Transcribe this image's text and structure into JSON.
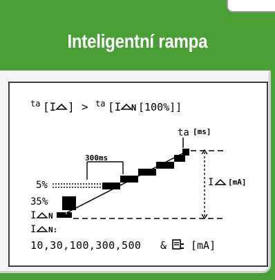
{
  "title": "Inteligentní rampa",
  "diagram": {
    "condition_ta_left": "ta",
    "condition_bracket_left": "[I",
    "condition_bracket_left_end": "]",
    "condition_gt": ">",
    "condition_ta_right": "ta",
    "condition_bracket_right": "[I",
    "condition_sub_n": "N",
    "condition_pct": "[100%]]",
    "ta_label": "ta",
    "ta_unit": "[ms]",
    "step_label": "300ms",
    "pct_5": "5%",
    "pct_35": "35%",
    "i_delta_n_label": "I",
    "i_delta_n_sub": "N",
    "i_delta_label": "I",
    "i_delta_unit": "[mA]",
    "footer_label": "I",
    "footer_label_sub": "N:",
    "values_line": "10,30,100,300,500",
    "values_amp": "&",
    "values_unit": "[mA]"
  }
}
